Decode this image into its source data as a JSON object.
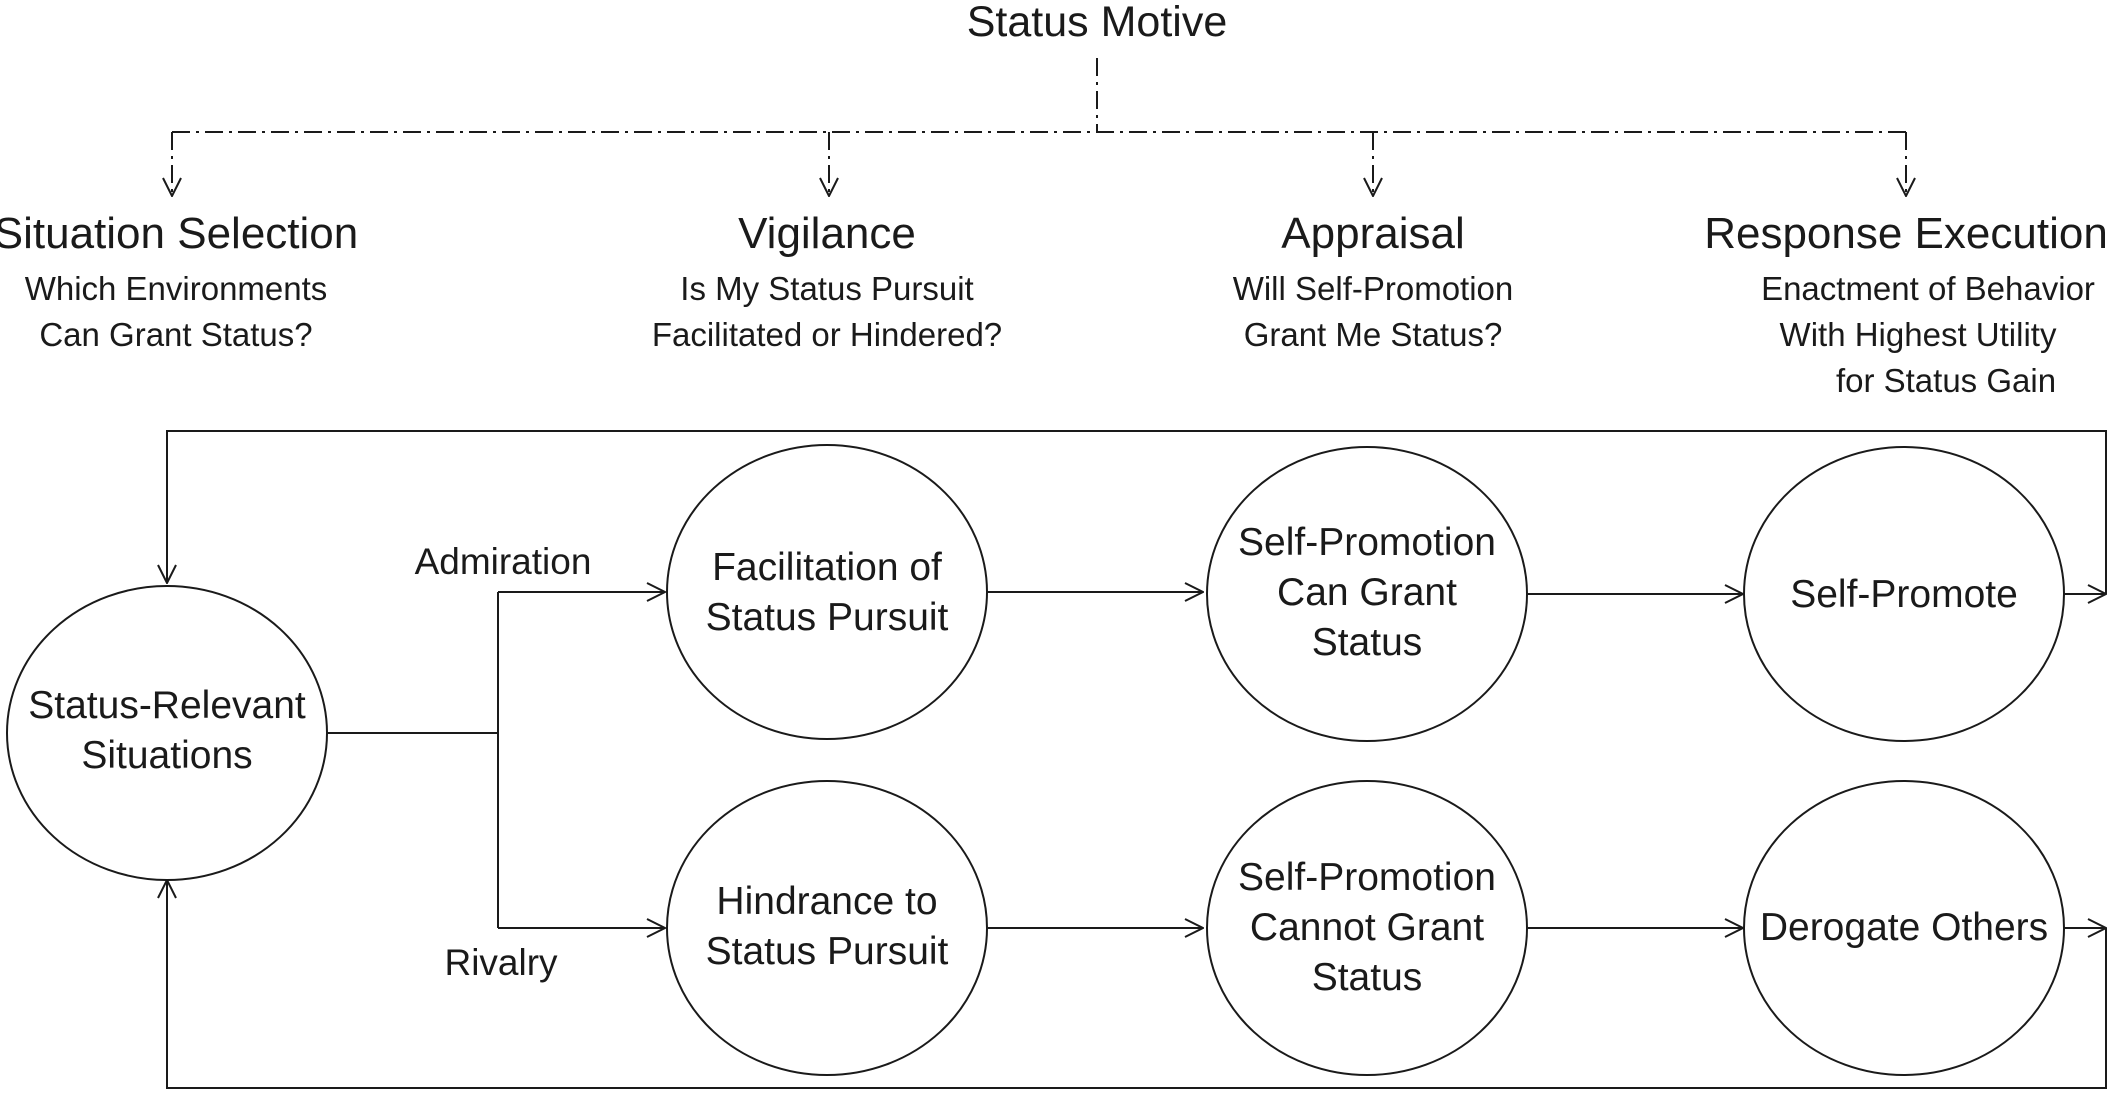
{
  "title": "Status Motive",
  "stages": [
    {
      "title": "Situation Selection",
      "lines": [
        "Which Environments",
        "Can Grant Status?"
      ]
    },
    {
      "title": "Vigilance",
      "lines": [
        "Is My Status Pursuit",
        "Facilitated or Hindered?"
      ]
    },
    {
      "title": "Appraisal",
      "lines": [
        "Will Self-Promotion",
        "Grant Me Status?"
      ]
    },
    {
      "title": "Response Execution",
      "lines": [
        "Enactment of Behavior",
        "With Highest Utility",
        "for Status Gain"
      ]
    }
  ],
  "nodes": {
    "situations": [
      "Status-Relevant",
      "Situations"
    ],
    "facilitation": [
      "Facilitation of",
      "Status Pursuit"
    ],
    "hindrance": [
      "Hindrance to",
      "Status Pursuit"
    ],
    "can_grant": [
      "Self-Promotion",
      "Can Grant",
      "Status"
    ],
    "cannot_grant": [
      "Self-Promotion",
      "Cannot Grant",
      "Status"
    ],
    "self_promote": [
      "Self-Promote"
    ],
    "derogate": [
      "Derogate Others"
    ]
  },
  "edge_labels": {
    "admiration": "Admiration",
    "rivalry": "Rivalry"
  },
  "colors": {
    "stroke": "#1a1a1a",
    "background": "#ffffff"
  }
}
